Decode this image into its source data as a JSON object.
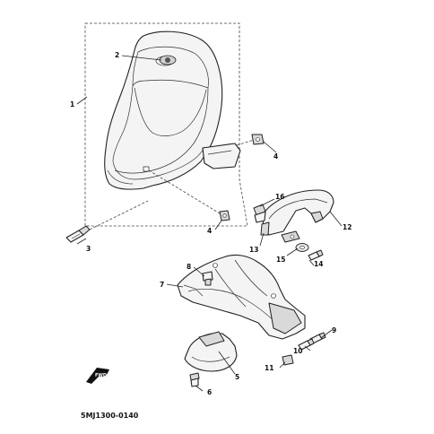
{
  "diagram": {
    "catalog_code": "5MJ1300-0140",
    "callouts": [
      "1",
      "2",
      "3",
      "4",
      "4",
      "5",
      "6",
      "7",
      "8",
      "9",
      "10",
      "11",
      "12",
      "13",
      "14",
      "15",
      "16"
    ],
    "fwd_arrow_label": "FWD"
  }
}
